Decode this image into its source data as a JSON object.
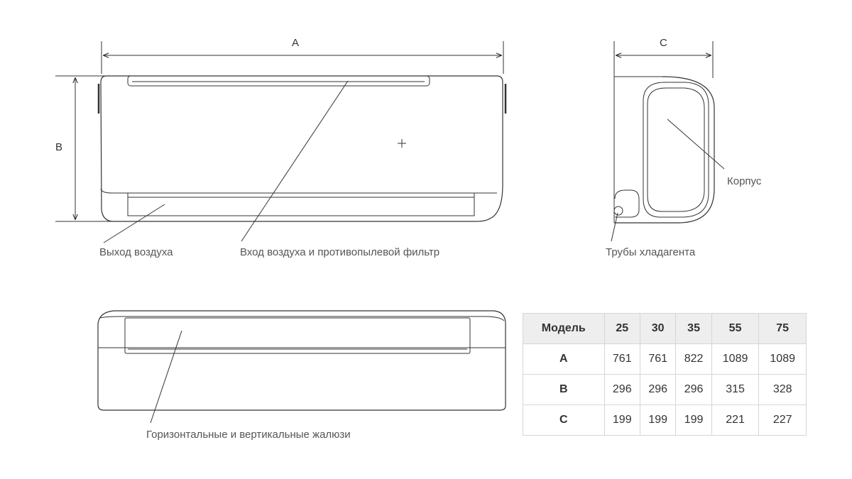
{
  "dimensions": {
    "a": "A",
    "b": "B",
    "c": "C"
  },
  "labels": {
    "air_outlet": "Выход воздуха",
    "air_inlet": "Вход воздуха и противопылевой фильтр",
    "refrigerant_pipes": "Трубы хладагента",
    "housing": "Корпус",
    "louvers": "Горизонтальные и вертикальные жалюзи"
  },
  "table": {
    "header": [
      "Модель",
      "25",
      "30",
      "35",
      "55",
      "75"
    ],
    "rows": [
      [
        "A",
        "761",
        "761",
        "822",
        "1089",
        "1089"
      ],
      [
        "B",
        "296",
        "296",
        "296",
        "315",
        "328"
      ],
      [
        "C",
        "199",
        "199",
        "199",
        "221",
        "227"
      ]
    ]
  }
}
